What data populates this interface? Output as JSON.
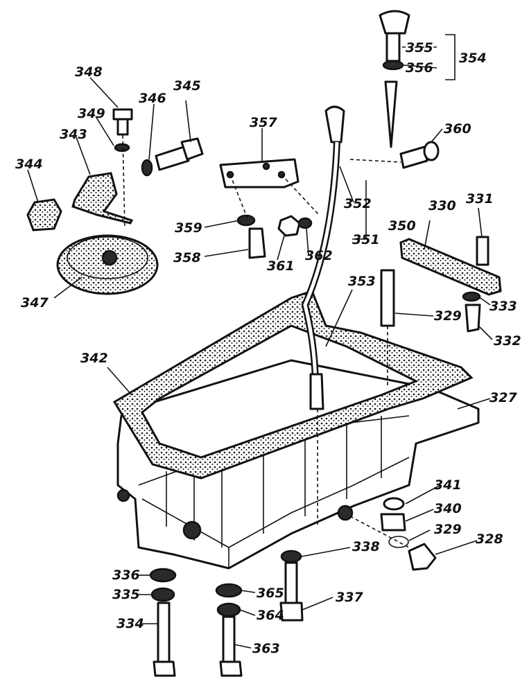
{
  "diagram": {
    "labels": {
      "l327": "327",
      "l328": "328",
      "l329a": "329",
      "l329b": "329",
      "l330": "330",
      "l331": "331",
      "l332": "332",
      "l333": "333",
      "l334": "334",
      "l335": "335",
      "l336": "336",
      "l337": "337",
      "l338": "338",
      "l340": "340",
      "l341": "341",
      "l342": "342",
      "l343": "343",
      "l344": "344",
      "l345": "345",
      "l346": "346",
      "l347": "347",
      "l348": "348",
      "l349": "349",
      "l350": "350",
      "l351": "351",
      "l352": "352",
      "l353": "353",
      "l354": "354",
      "l355": "355",
      "l356": "356",
      "l357": "357",
      "l358": "358",
      "l359": "359",
      "l360": "360",
      "l361": "361",
      "l362": "362",
      "l363": "363",
      "l364": "364",
      "l365": "365"
    }
  }
}
